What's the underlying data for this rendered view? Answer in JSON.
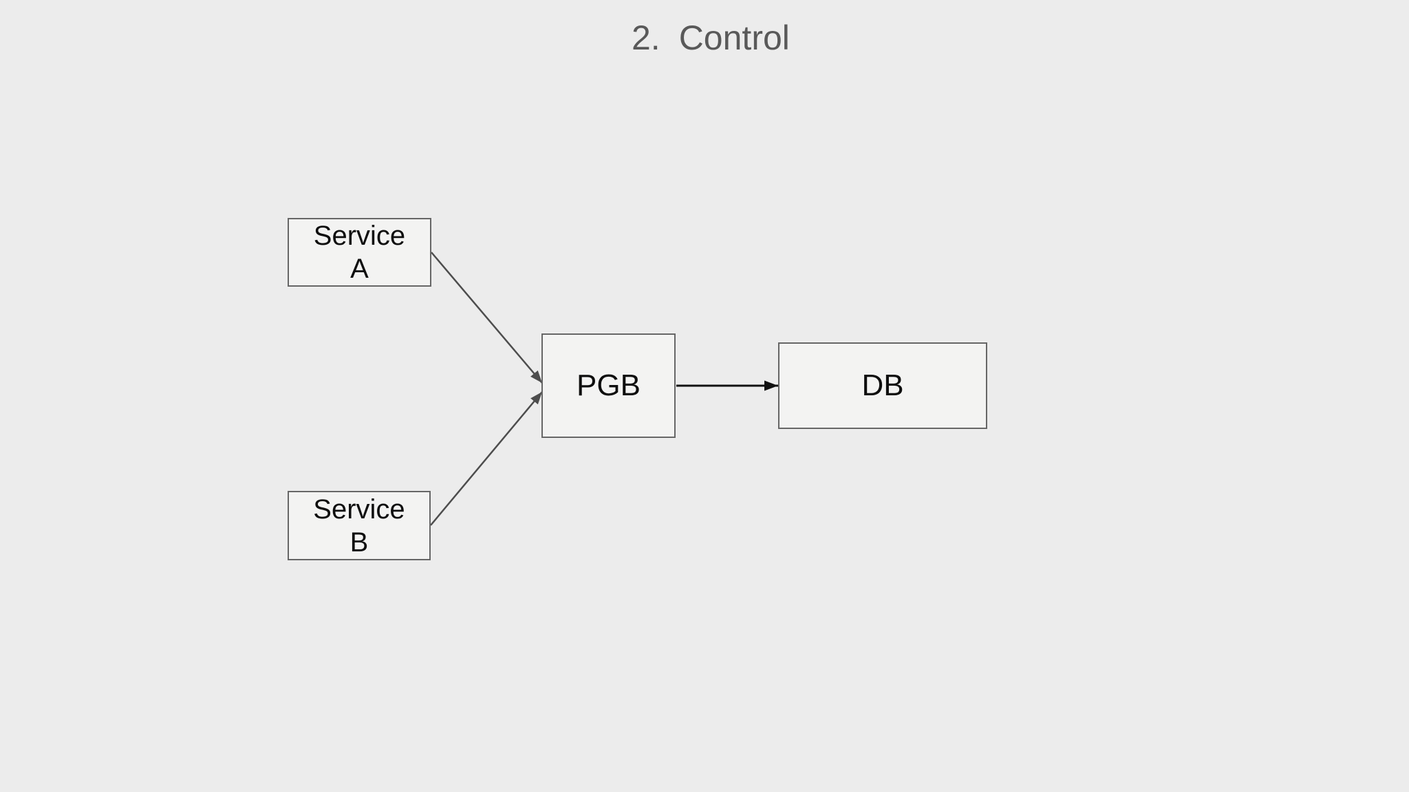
{
  "slide": {
    "title": {
      "number": "2.",
      "text": "Control"
    }
  },
  "diagram": {
    "nodes": {
      "service_a": {
        "line1": "Service",
        "line2": "A"
      },
      "service_b": {
        "line1": "Service",
        "line2": "B"
      },
      "pgb": {
        "label": "PGB"
      },
      "db": {
        "label": "DB"
      }
    },
    "edges": [
      {
        "from": "Service A",
        "to": "PGB",
        "arrow": "gray-thin"
      },
      {
        "from": "Service B",
        "to": "PGB",
        "arrow": "gray-thin"
      },
      {
        "from": "PGB",
        "to": "DB",
        "arrow": "black"
      }
    ],
    "colors": {
      "background": "#ececec",
      "node_fill": "#f3f3f2",
      "node_border": "#666666",
      "node_text": "#0e0e0e",
      "title_text": "#595959",
      "edge_gray": "#4d4d4d",
      "edge_black": "#111111"
    }
  }
}
